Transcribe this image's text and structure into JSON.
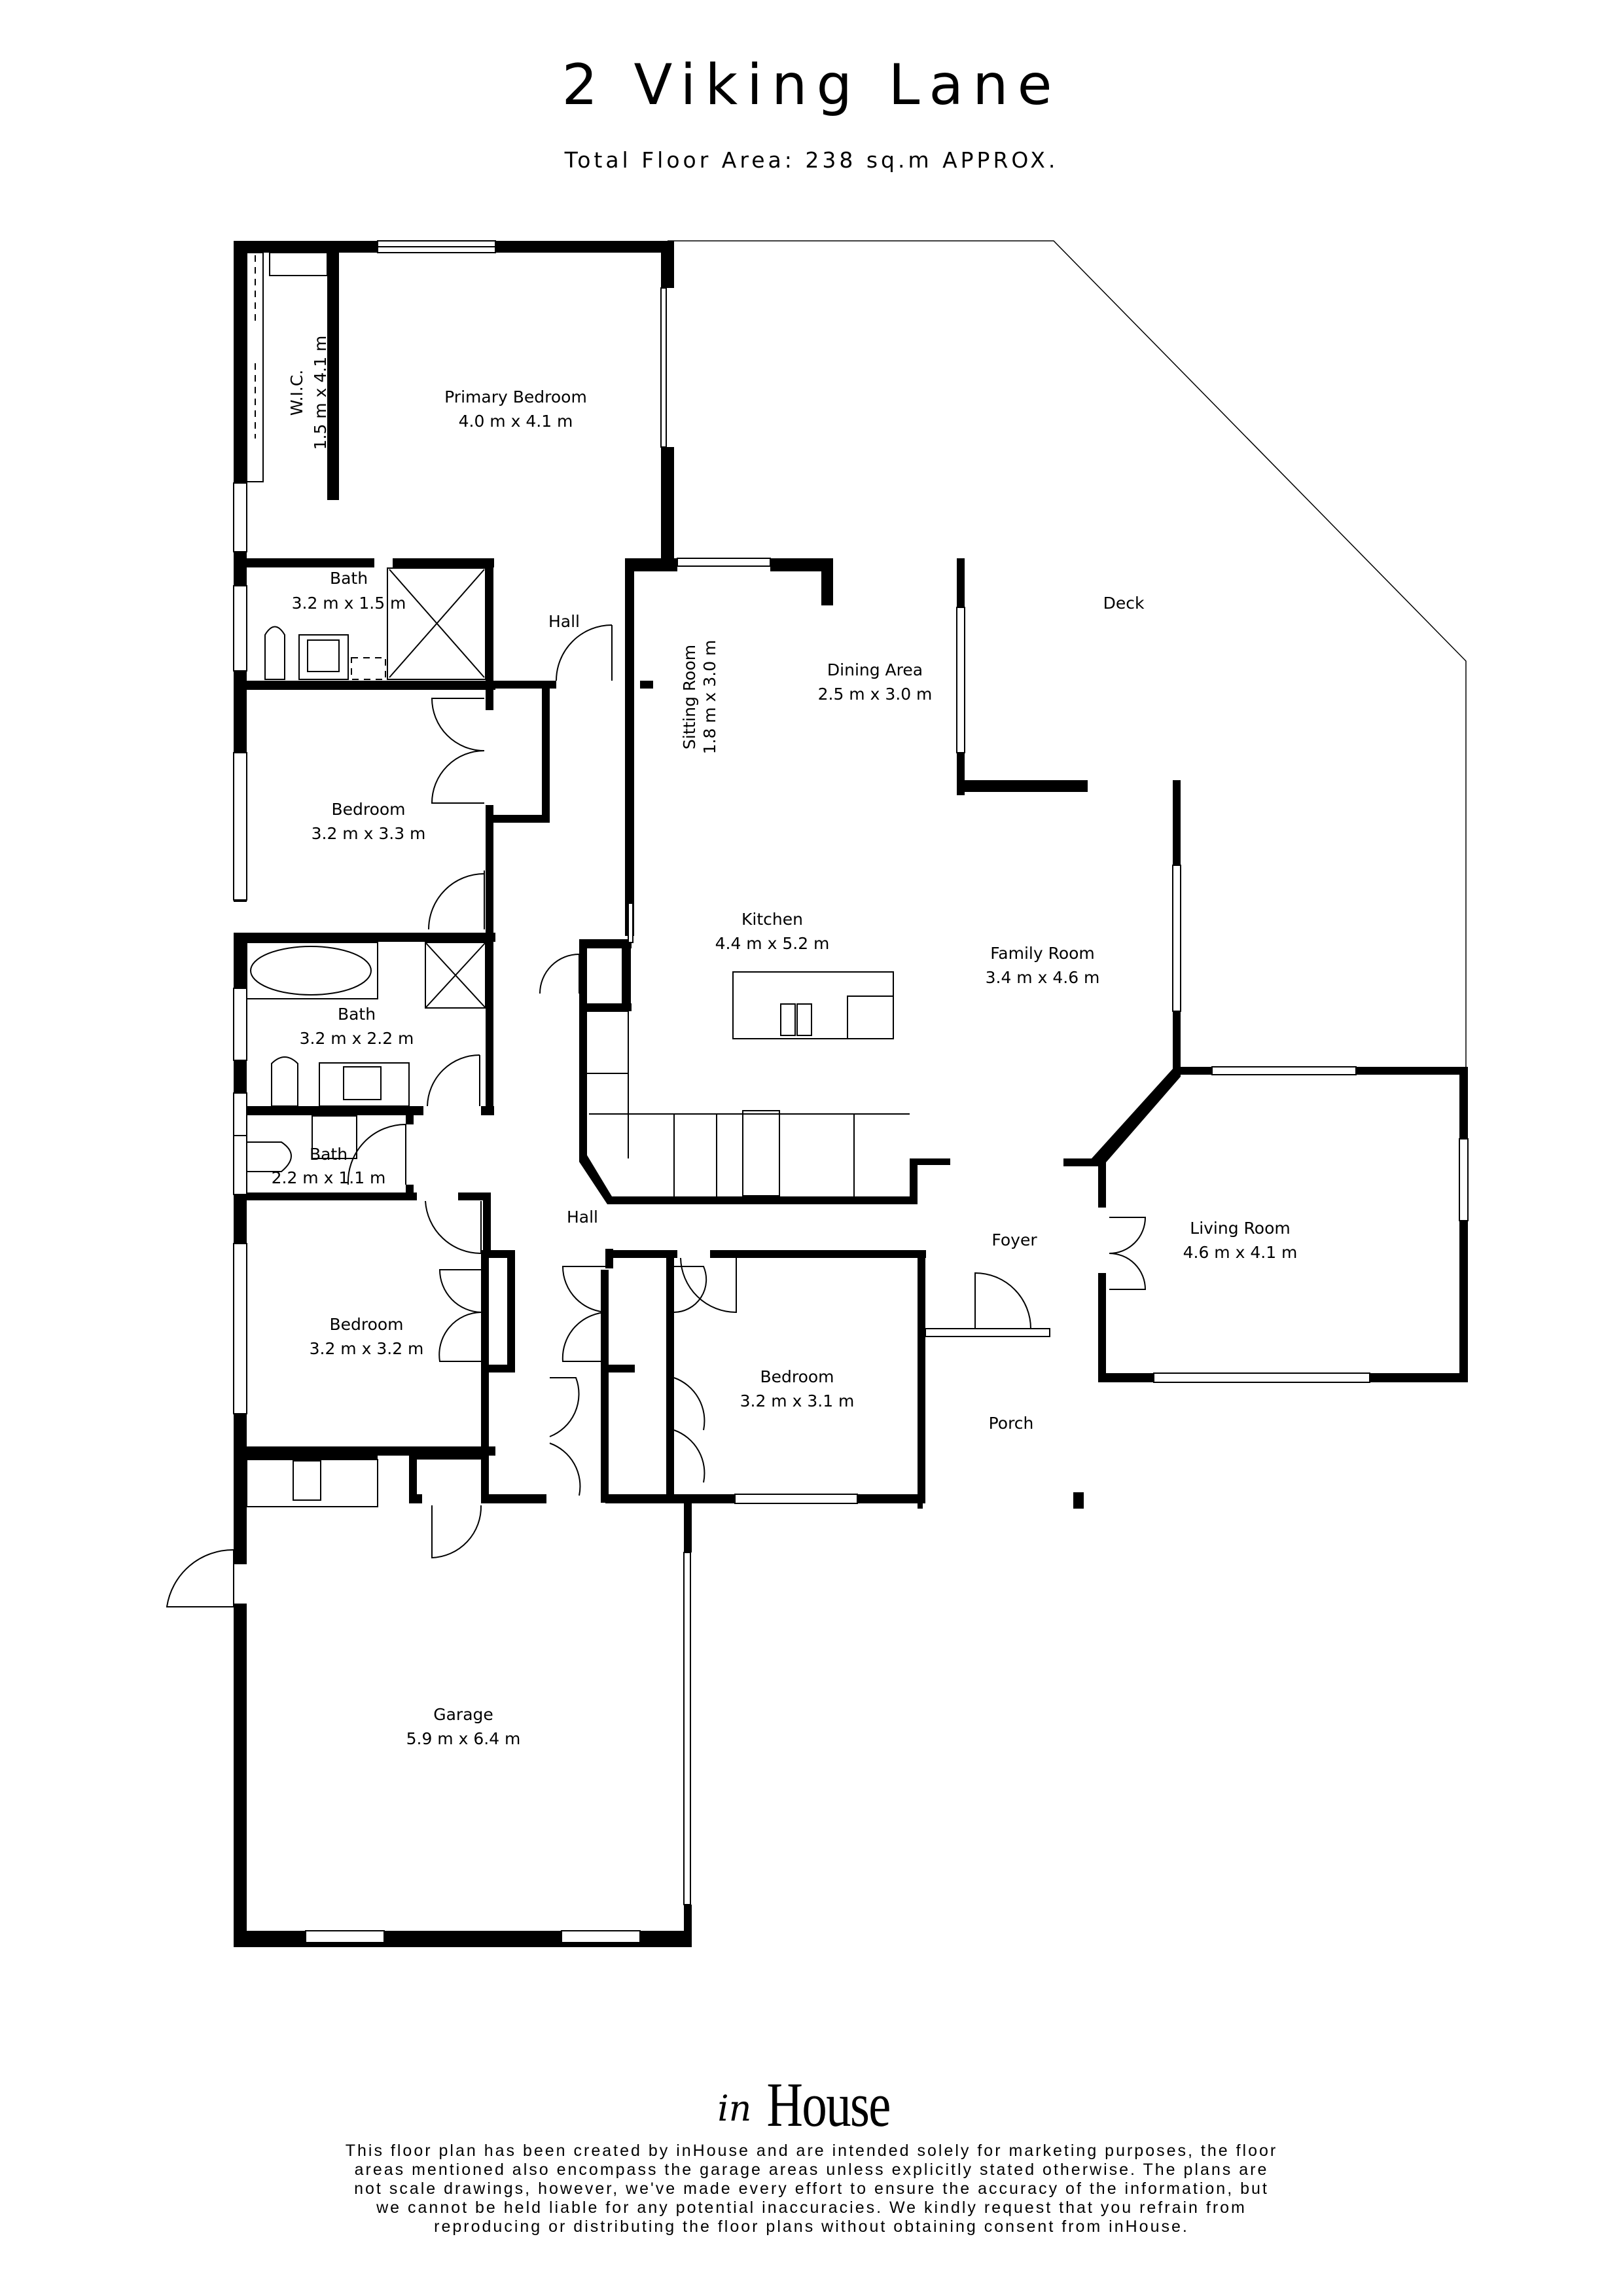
{
  "header": {
    "title": "2 Viking Lane",
    "subtitle": "Total Floor Area: 238 sq.m APPROX."
  },
  "rooms": {
    "wic": {
      "name": "W.I.C.",
      "size": "1.5 m x 4.1 m"
    },
    "primary_bedroom": {
      "name": "Primary Bedroom",
      "size": "4.0 m x 4.1 m"
    },
    "deck": {
      "name": "Deck"
    },
    "bath1": {
      "name": "Bath",
      "size": "3.2 m x 1.5 m"
    },
    "hall_top": {
      "name": "Hall"
    },
    "sitting_room": {
      "name": "Sitting Room",
      "size": "1.8 m x 3.0 m"
    },
    "dining_area": {
      "name": "Dining Area",
      "size": "2.5 m x 3.0 m"
    },
    "bedroom1": {
      "name": "Bedroom",
      "size": "3.2 m x 3.3 m"
    },
    "kitchen": {
      "name": "Kitchen",
      "size": "4.4 m x 5.2 m"
    },
    "family_room": {
      "name": "Family Room",
      "size": "3.4 m x 4.6 m"
    },
    "bath2": {
      "name": "Bath",
      "size": "3.2 m x 2.2 m"
    },
    "bath3": {
      "name": "Bath",
      "size": "2.2 m x 1.1 m"
    },
    "hall_mid": {
      "name": "Hall"
    },
    "foyer": {
      "name": "Foyer"
    },
    "living_room": {
      "name": "Living Room",
      "size": "4.6 m x 4.1 m"
    },
    "bedroom2": {
      "name": "Bedroom",
      "size": "3.2 m x 3.2 m"
    },
    "bedroom3": {
      "name": "Bedroom",
      "size": "3.2 m x 3.1 m"
    },
    "porch": {
      "name": "Porch"
    },
    "garage": {
      "name": "Garage",
      "size": "5.9 m x 6.4 m"
    }
  },
  "footer": {
    "logo_script": "in",
    "logo_word": "House",
    "disclaimer": "This floor plan has been created by inHouse and are intended solely for marketing purposes, the floor areas mentioned also encompass the garage areas unless explicitly stated otherwise. The plans are not scale drawings, however, we've made every effort to ensure the accuracy of the information, but we cannot be held liable for any potential inaccuracies. We kindly request that you refrain from reproducing or distributing the floor plans without obtaining consent from inHouse."
  },
  "colors": {
    "wall": "#000000",
    "background": "#ffffff"
  }
}
